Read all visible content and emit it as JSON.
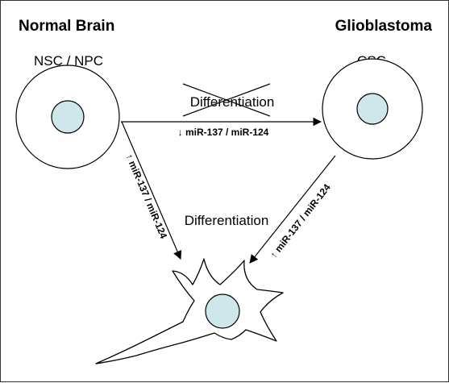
{
  "headers": {
    "left": "Normal Brain",
    "right": "Glioblastoma"
  },
  "nodes": {
    "nsc": "NSC / NPC",
    "csc": "CSC"
  },
  "edges": {
    "nsc_to_csc": {
      "label": "Differentiation",
      "blocked": true,
      "mirna": "↓ miR-137 / miR-124"
    },
    "nsc_to_neuron": {
      "mirna": "↑ miR-137 / miR-124"
    },
    "csc_to_neuron": {
      "mirna": "↑ miR-137 / miR-124"
    },
    "center_label": "Differentiation"
  },
  "colors": {
    "nucleus": "#cfe7ea",
    "line": "#000000"
  }
}
